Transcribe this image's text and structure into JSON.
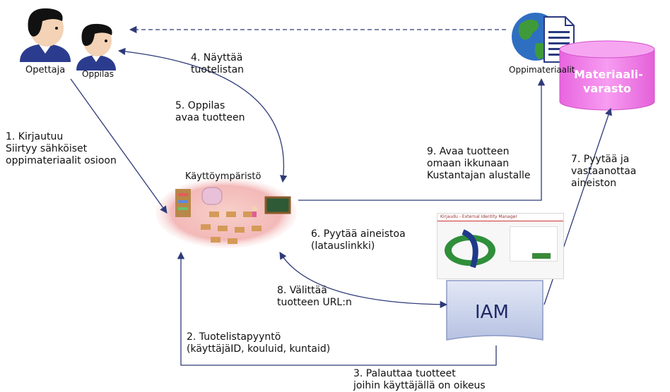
{
  "actors": {
    "teacher": "Opettaja",
    "student": "Oppilas"
  },
  "nodes": {
    "environment": "Käyttöympäristö",
    "materials": "Oppimateriaalit",
    "storage_line1": "Materiaali-",
    "storage_line2": "varasto",
    "iam": "IAM",
    "iam_screen_title": "Kirjaudu - External Identity Manager"
  },
  "steps": {
    "s1": "1. Kirjautuu\nSiirtyy sähköiset\noppimateriaalit osioon",
    "s2": "2. Tuotelistapyyntö\n(käyttäjäID, kouluid, kuntaid)",
    "s3": "3. Palauttaa tuotteet\njoihin käyttäjällä on oikeus",
    "s4": "4. Näyttää\ntuotelistan",
    "s5": "5. Oppilas\navaa tuotteen",
    "s6": "6. Pyytää aineistoa\n(latauslinkki)",
    "s7": "7. Pyytää ja\nvastaanottaa\naineiston",
    "s8": "8. Välittää\ntuotteen URL:n",
    "s9": "9. Avaa tuotteen\nomaan ikkunaan\nKustantajan alustalle"
  },
  "colors": {
    "arrow": "#2e3a78",
    "storage": "#ee7fe6",
    "iam": "#c9d3ec"
  }
}
